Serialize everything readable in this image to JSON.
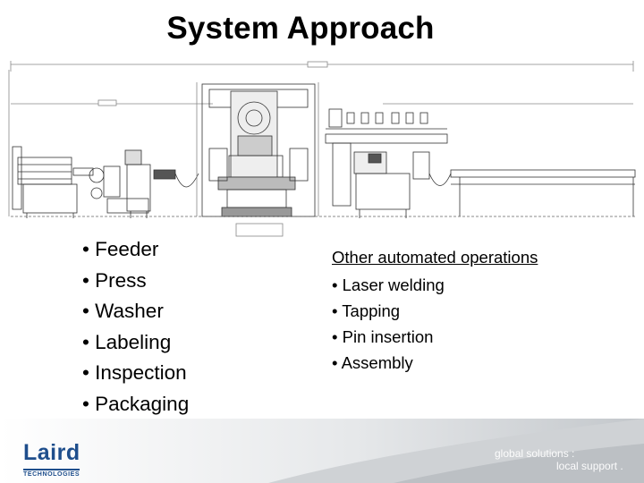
{
  "slide": {
    "title": "System Approach"
  },
  "left_list": [
    "• Feeder",
    "• Press",
    "• Washer",
    "• Labeling",
    "• Inspection",
    "• Packaging"
  ],
  "right": {
    "heading": "Other automated operations",
    "items": [
      "• Laser welding",
      "• Tapping",
      "• Pin insertion",
      "• Assembly"
    ]
  },
  "footer": {
    "logo_word": "Laird",
    "logo_sub": "TECHNOLOGIES",
    "tagline_1": "global solutions :",
    "tagline_2": "local support ."
  },
  "colors": {
    "brand_blue": "#1e4e8c",
    "footer_gray": "#c9ccd0"
  }
}
